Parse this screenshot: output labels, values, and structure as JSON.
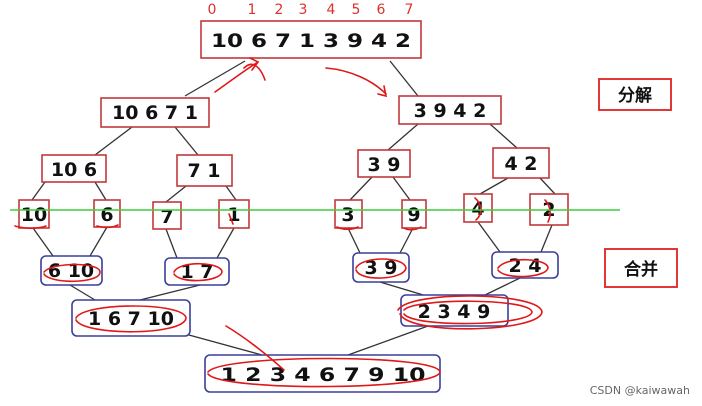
{
  "index_row": [
    "0",
    "1",
    "2",
    "3",
    "4",
    "5",
    "6",
    "7"
  ],
  "split_nodes": [
    {
      "id": "root",
      "text": "10 6 7 1 3 9 4 2"
    },
    {
      "id": "l",
      "text": "10 6 7 1"
    },
    {
      "id": "r",
      "text": "3 9 4 2"
    },
    {
      "id": "ll",
      "text": "10 6"
    },
    {
      "id": "lr",
      "text": "7 1"
    },
    {
      "id": "rl",
      "text": "3 9"
    },
    {
      "id": "rr",
      "text": "4 2"
    },
    {
      "id": "a",
      "text": "10"
    },
    {
      "id": "b",
      "text": "6"
    },
    {
      "id": "c",
      "text": "7"
    },
    {
      "id": "d",
      "text": "1"
    },
    {
      "id": "e",
      "text": "3"
    },
    {
      "id": "f",
      "text": "9"
    },
    {
      "id": "g",
      "text": "4"
    },
    {
      "id": "h",
      "text": "2"
    }
  ],
  "merge_nodes": [
    {
      "id": "m1",
      "text": "6 10"
    },
    {
      "id": "m2",
      "text": "1 7"
    },
    {
      "id": "m3",
      "text": "3 9"
    },
    {
      "id": "m4",
      "text": "2 4"
    },
    {
      "id": "m5",
      "text": "1 6 7 10"
    },
    {
      "id": "m6",
      "text": "2 3 4 9"
    },
    {
      "id": "m7",
      "text": "1 2 3 4 6 7 9 10"
    }
  ],
  "labels": {
    "split": "分解",
    "merge": "合并"
  },
  "watermark": "CSDN @kaiwawah",
  "colors": {
    "split_border": "#c0393b",
    "merge_border": "#3b3f9a",
    "index": "#e0302a",
    "ink": "#e01818",
    "divider": "#3ccf3c"
  }
}
